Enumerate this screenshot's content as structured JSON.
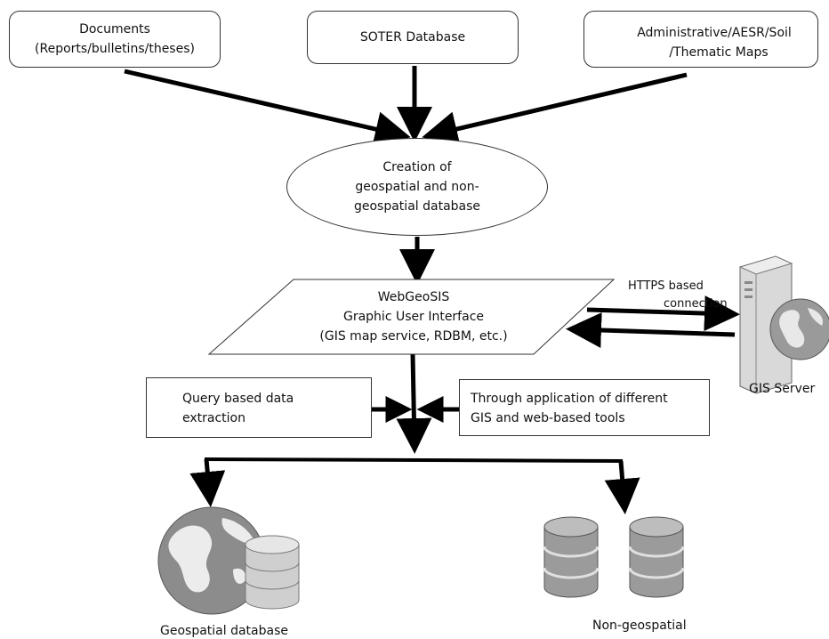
{
  "sources": {
    "documents": [
      "Documents",
      "(Reports/bulletins/theses)"
    ],
    "soter": "SOTER Database",
    "maps": [
      "Administrative/AESR/Soil",
      "/Thematic Maps"
    ]
  },
  "creation": [
    "Creation of",
    "geospatial and non-",
    "geospatial database"
  ],
  "webgeosis": [
    "WebGeoSIS",
    "Graphic User Interface",
    "(GIS map service, RDBM, etc.)"
  ],
  "https_label": [
    "HTTPS based",
    "connection"
  ],
  "gis_server": "GIS Server",
  "query_box": [
    "Query based data",
    "extraction"
  ],
  "through_box": [
    "Through application of different",
    "GIS and web-based tools"
  ],
  "outputs": {
    "geospatial": "Geospatial database",
    "nongeospatial": "Non-geospatial"
  },
  "icons": {
    "gis_server": "server-globe-icon",
    "geospatial": "globe-database-icon",
    "nongeospatial": "database-cylinders-icon"
  },
  "colors": {
    "arrow": "#000000",
    "border": "#333333"
  }
}
